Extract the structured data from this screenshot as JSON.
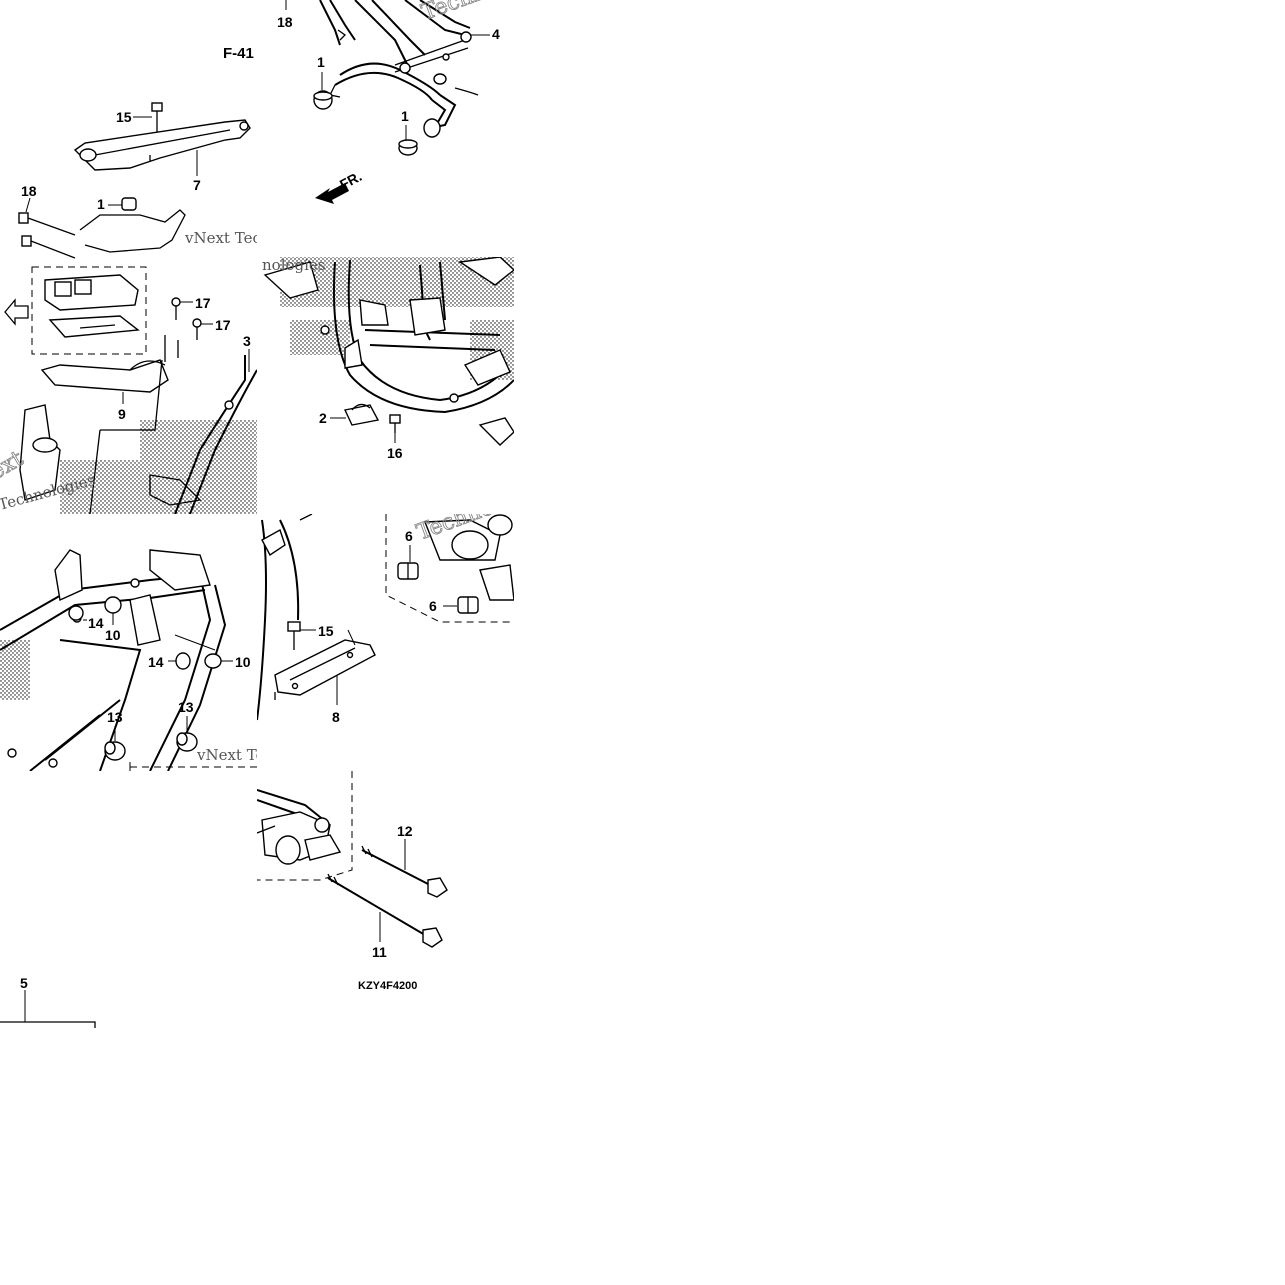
{
  "figure": {
    "figure_label": "F-41",
    "drawing_code": "KZY4F4200",
    "direction_label": "FR.",
    "watermark_texts": [
      "vNext Tec",
      "vNext Tec",
      "nologies",
      "Technologies",
      "Technologies",
      "ext",
      "Technologies"
    ]
  },
  "callouts": {
    "t1": [
      "18",
      "4",
      "1",
      "1"
    ],
    "t2": [
      "15",
      "7",
      "18",
      "1",
      "17",
      "17",
      "3",
      "9"
    ],
    "t3": [
      "2",
      "16"
    ],
    "t4": [
      "14",
      "10",
      "14",
      "10",
      "13",
      "13"
    ],
    "t5": [
      "6",
      "6",
      "15",
      "8"
    ],
    "t6": [
      "12",
      "11"
    ],
    "t7": [
      "5"
    ]
  }
}
